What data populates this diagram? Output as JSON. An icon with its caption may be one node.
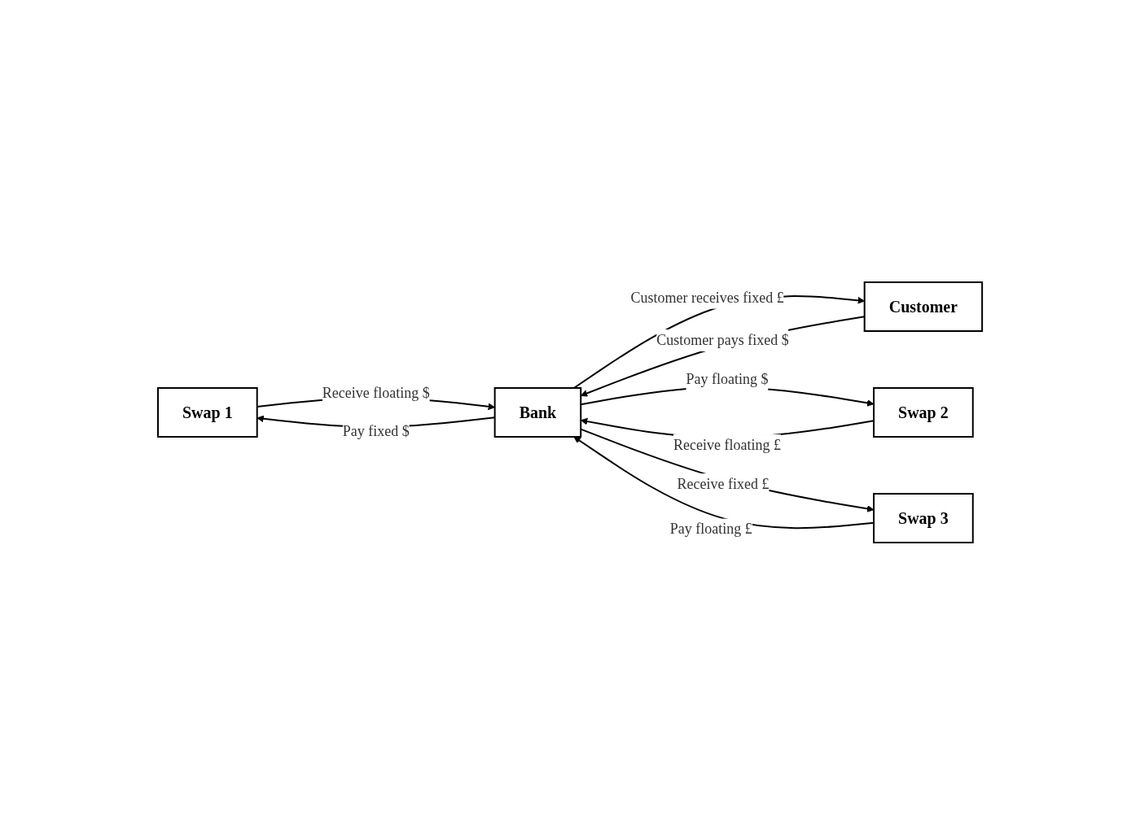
{
  "diagram": {
    "nodes": [
      {
        "text": [
          "Swap 1"
        ]
      },
      {
        "text": [
          "Customer"
        ]
      },
      {
        "text": [
          "Bank"
        ]
      },
      {
        "text": [
          "Swap 2"
        ]
      },
      {
        "text": [
          "Swap 3"
        ]
      }
    ],
    "edges": [
      {
        "from": 2,
        "to": 0,
        "arrow": "to",
        "label": "Pay fixed $"
      },
      {
        "from": 0,
        "to": 2,
        "arrow": "to",
        "label": "Receive floating $"
      },
      {
        "from": 1,
        "to": 2,
        "arrow": "to",
        "label": "Customer pays fixed $"
      },
      {
        "from": 2,
        "to": 1,
        "arrow": "to",
        "label": "Customer receives fixed £"
      },
      {
        "from": 2,
        "to": 3,
        "arrow": "to",
        "label": "Pay floating $"
      },
      {
        "from": 3,
        "to": 2,
        "arrow": "to",
        "label": "Receive floating £"
      },
      {
        "from": 2,
        "to": 4,
        "arrow": "to",
        "label": "Receive fixed £"
      },
      {
        "from": 4,
        "to": 2,
        "arrow": "to",
        "label": "Pay floating £"
      }
    ]
  }
}
